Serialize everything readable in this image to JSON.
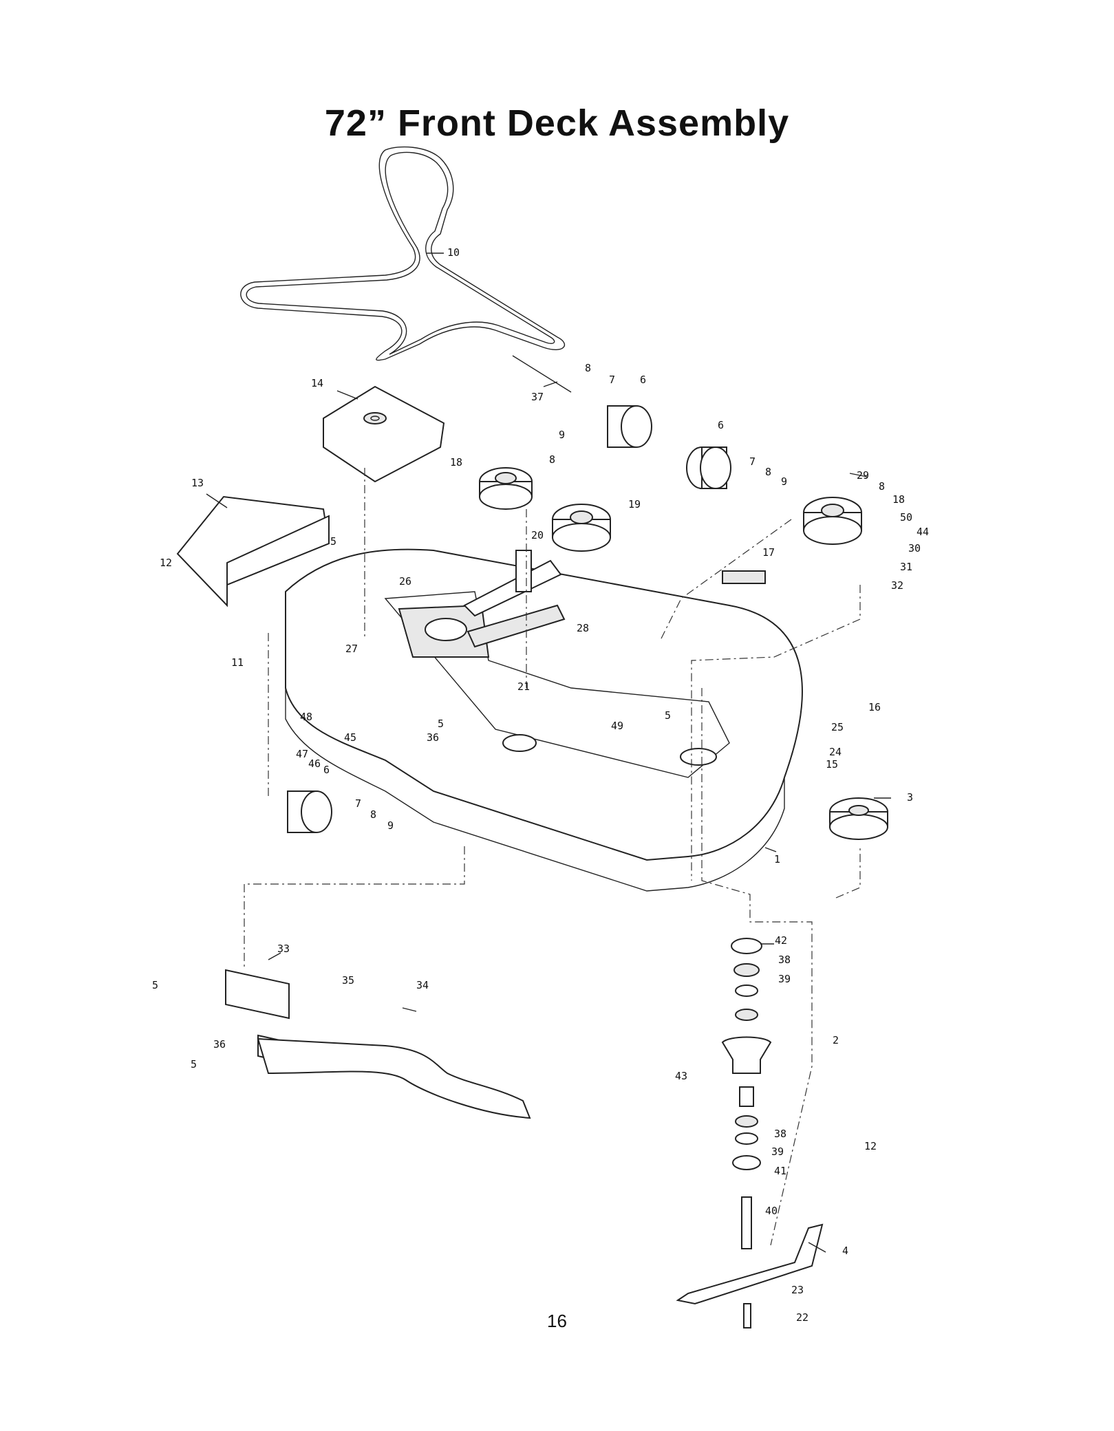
{
  "title": "72” Front Deck Assembly",
  "page_number": "16",
  "callouts": {
    "c10": "10",
    "c14": "14",
    "c37": "37",
    "c8a": "8",
    "c7a": "7",
    "c6a": "6",
    "c9a": "9",
    "c8b": "8",
    "c18a": "18",
    "c19": "19",
    "c20": "20",
    "c6b": "6",
    "c7b": "7",
    "c8c": "8",
    "c9b": "9",
    "c29": "29",
    "c8d": "8",
    "c18b": "18",
    "c50": "50",
    "c44": "44",
    "c30": "30",
    "c31": "31",
    "c32": "32",
    "c13": "13",
    "c12a": "12",
    "c5a": "5",
    "c26": "26",
    "c17": "17",
    "c27": "27",
    "c28": "28",
    "c11": "11",
    "c21": "21",
    "c16": "16",
    "c48": "48",
    "c45": "45",
    "c47": "47",
    "c46": "46",
    "c5b": "5",
    "c36a": "36",
    "c49": "49",
    "c5c": "5",
    "c25": "25",
    "c24": "24",
    "c15": "15",
    "c6c": "6",
    "c3": "3",
    "c7c": "7",
    "c8e": "8",
    "c9c": "9",
    "c1": "1",
    "c33": "33",
    "c5d": "5",
    "c35": "35",
    "c34": "34",
    "c36b": "36",
    "c5e": "5",
    "c42": "42",
    "c38a": "38",
    "c39a": "39",
    "c2": "2",
    "c43": "43",
    "c12b": "12",
    "c38b": "38",
    "c39b": "39",
    "c41": "41",
    "c40": "40",
    "c4": "4",
    "c23": "23",
    "c22": "22"
  }
}
